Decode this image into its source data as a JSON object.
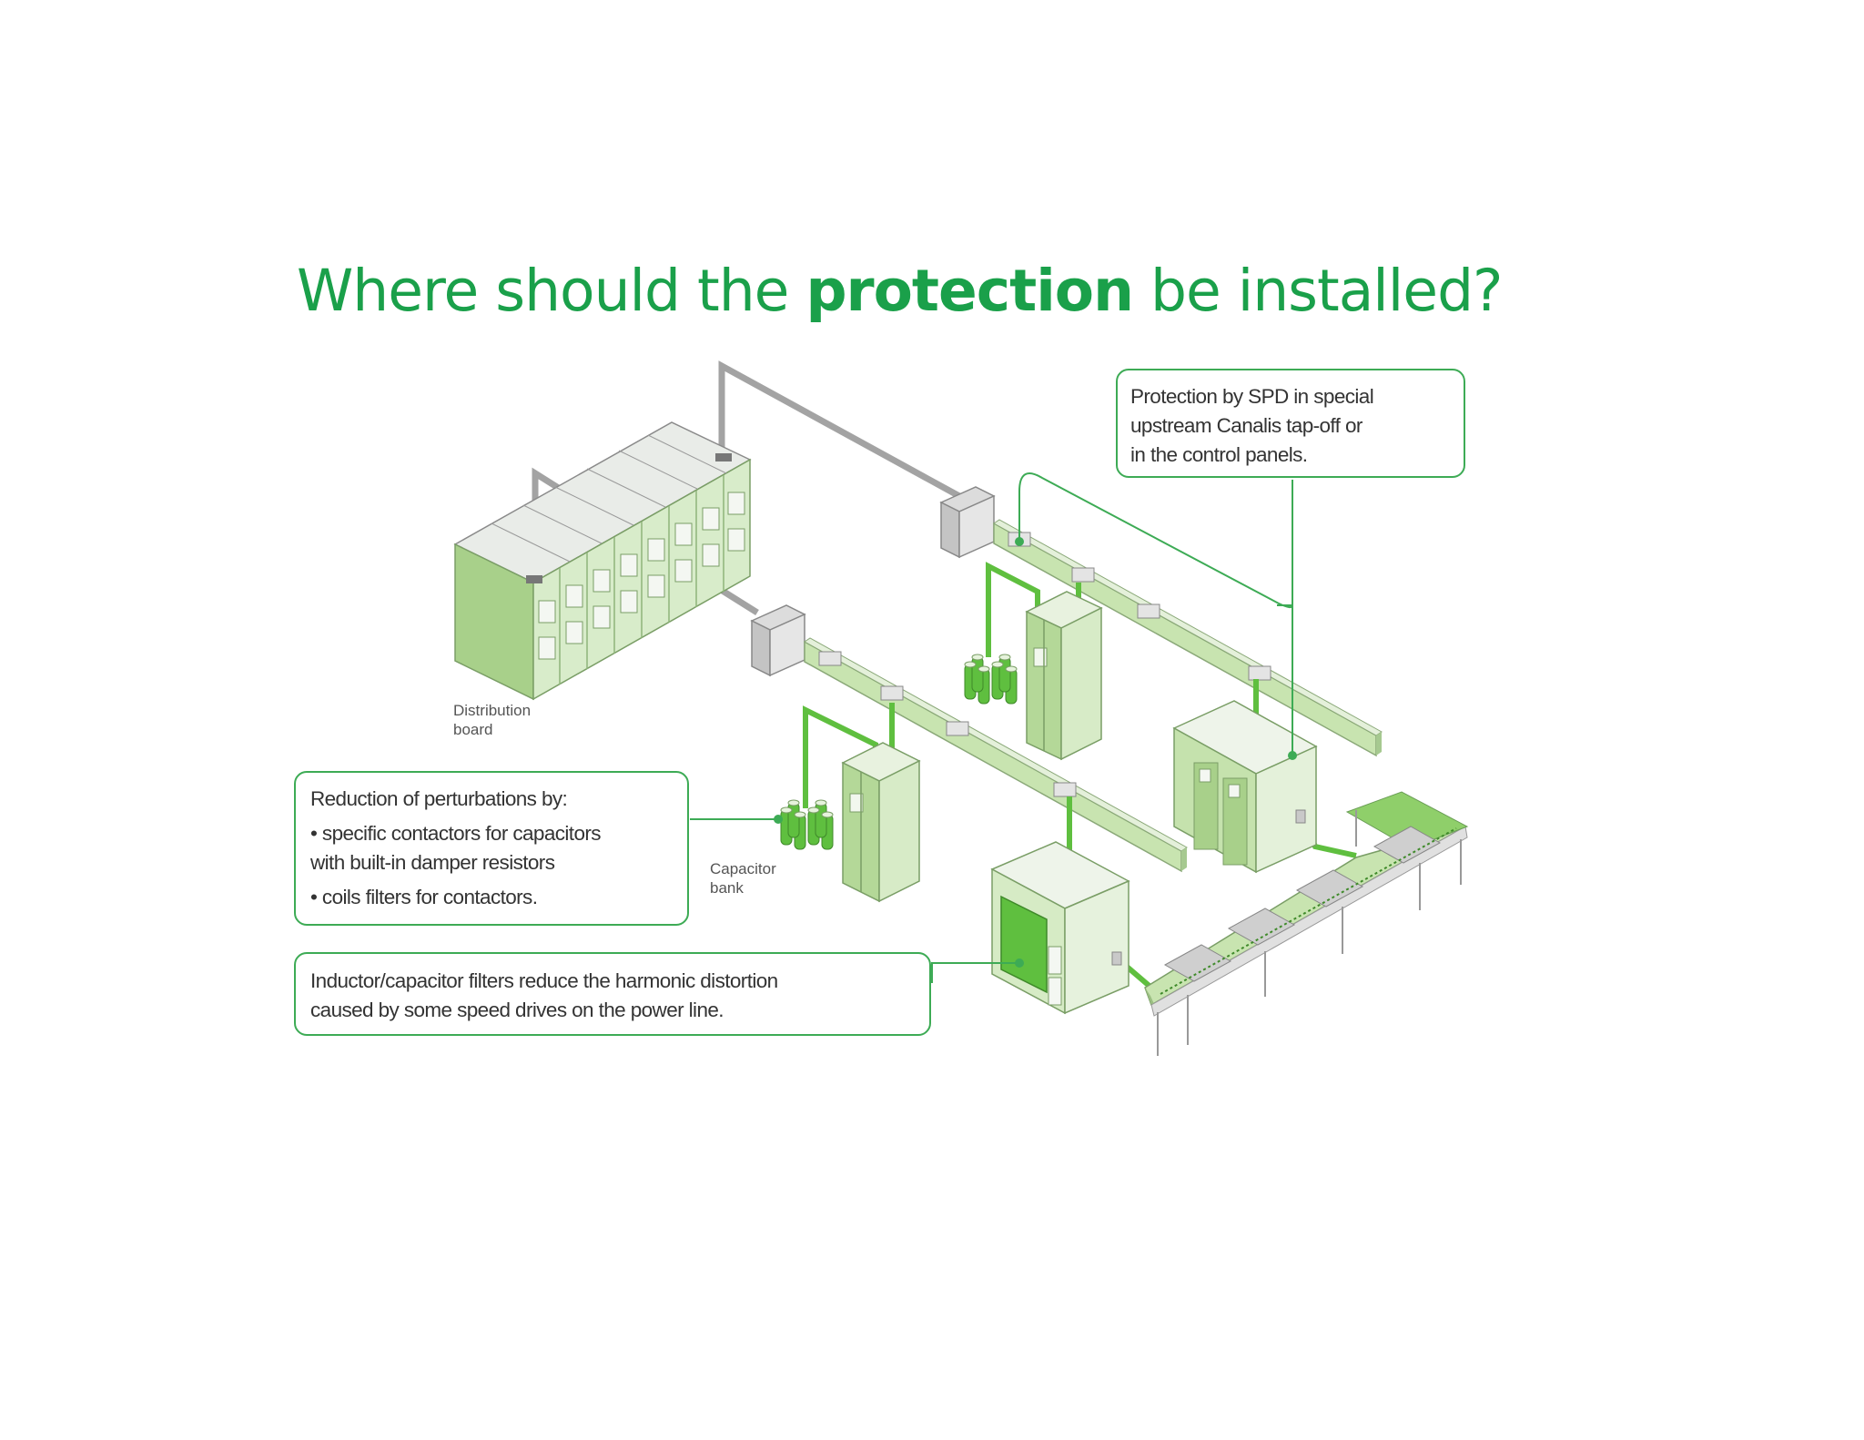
{
  "title": {
    "pre": "Where should the ",
    "bold": "protection",
    "post": " be installed?"
  },
  "labels": {
    "distribution_board": [
      "Distribution",
      "board"
    ],
    "capacitor_bank": [
      "Capacitor",
      "bank"
    ]
  },
  "callouts": {
    "spd": [
      "Protection by SPD in special",
      "upstream Canalis tap-off or",
      "in the control panels."
    ],
    "perturbations": {
      "heading": "Reduction of perturbations by:",
      "items": [
        "• specific contactors for capacitors",
        "with built-in damper resistors",
        "• coils filters for contactors."
      ]
    },
    "filters": [
      "Inductor/capacitor filters reduce the harmonic distortion",
      "caused by some speed drives on the power line."
    ]
  },
  "colors": {
    "accent": "#1aa04a",
    "callout_border": "#3dab55",
    "equipment_green": "#b9dc9f",
    "cable_green": "#5fbf3f",
    "busbar_gray": "#9a9a9a"
  }
}
